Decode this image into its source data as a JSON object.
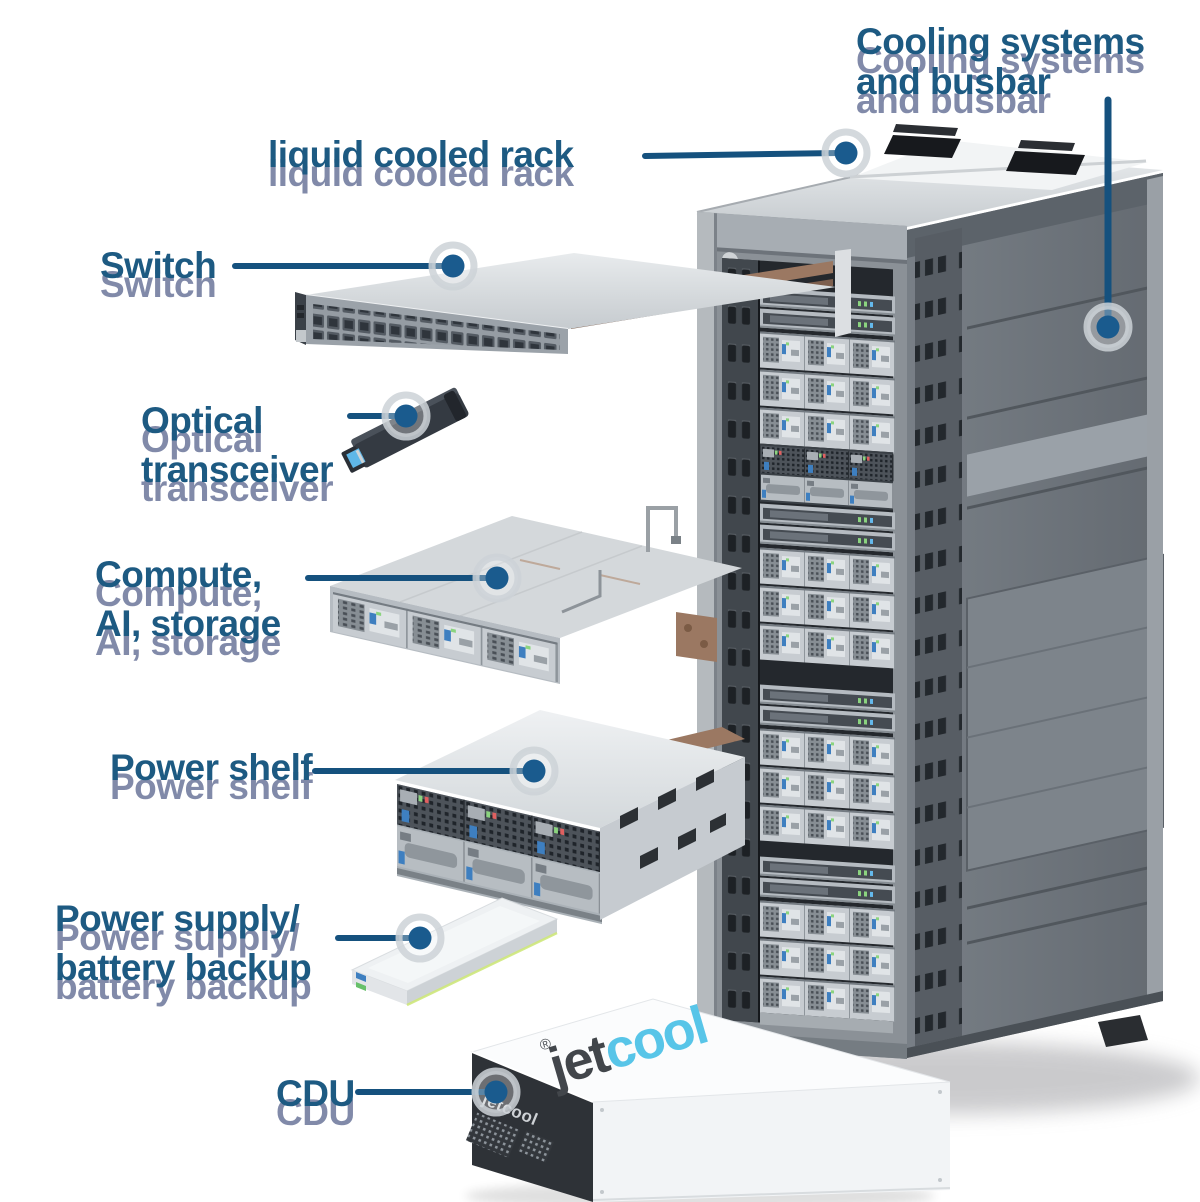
{
  "diagram": {
    "labels": {
      "cooling_busbar": "Cooling systems\nand busbar",
      "liquid_cooled_rack": "liquid cooled rack",
      "switch": "Switch",
      "optical_transceiver": "Optical\ntransceiver",
      "compute": "Compute,\nAI, storage",
      "power_shelf": "Power shelf",
      "power_supply": "Power supply/\nbattery backup",
      "cdu": "CDU"
    },
    "brand": {
      "jet": "jet",
      "cool": "cool",
      "registered": "®",
      "front_logo": "jetcool"
    },
    "colors": {
      "label_text": "#1d5a82",
      "label_ghost": "rgba(25,42,98,0.55)",
      "leader_line": "#15517e",
      "marker_dot": "#1a5b8e",
      "logo_jet": "#42464b",
      "logo_cool": "#58c5e8",
      "copper": "#9b7862"
    }
  }
}
